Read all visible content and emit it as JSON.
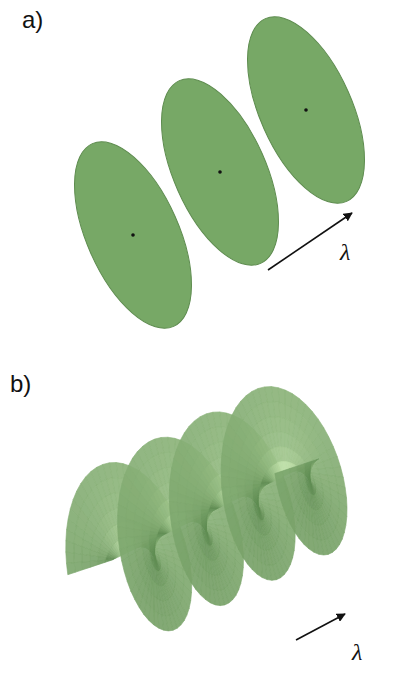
{
  "diagram": {
    "labels": [
      "a)",
      "λ",
      "b)",
      "λ"
    ]
  }
}
